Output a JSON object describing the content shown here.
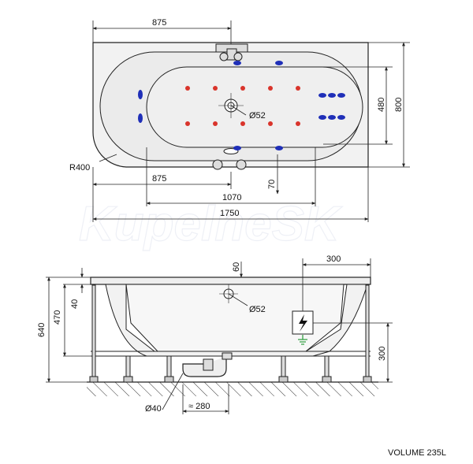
{
  "watermark": "KupelneSK",
  "top_view": {
    "dim_left_length": "875",
    "dim_drain_offset": "875",
    "dim_inner_length": "1070",
    "dim_total_length": "1750",
    "dim_inner_width": "480",
    "dim_total_width": "800",
    "dim_radius": "R400",
    "dim_nozzle_diameter": "Ø52",
    "dim_edge_offset": "70"
  },
  "side_view": {
    "dim_height_total": "640",
    "dim_height_tub": "470",
    "dim_rim": "40",
    "dim_nozzle_height": "60",
    "dim_nozzle_diameter": "Ø52",
    "dim_box_offset": "300",
    "dim_box_height": "300",
    "dim_drain_diameter": "Ø40",
    "dim_drain_distance": "≈ 280"
  },
  "footer": {
    "volume": "VOLUME 235L"
  },
  "colors": {
    "line": "#222222",
    "jet_red": "#d9342b",
    "jet_blue": "#1f2fb8",
    "hatch": "#333333",
    "watermark": "#eef0f6"
  }
}
